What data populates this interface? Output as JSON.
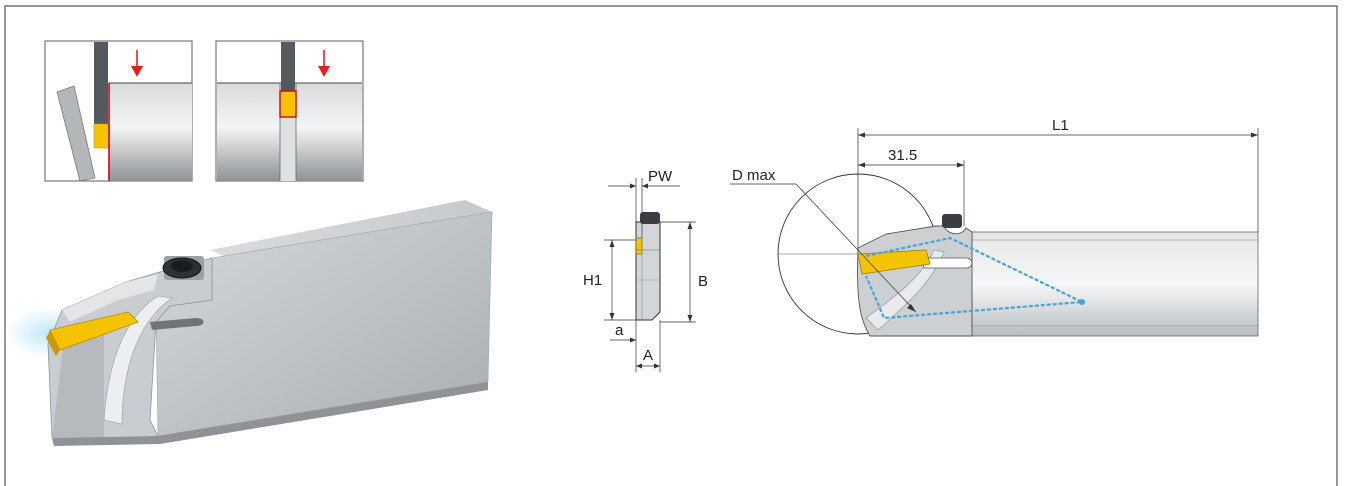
{
  "labels": {
    "pw": "PW",
    "h1": "H1",
    "b": "B",
    "a": "a",
    "a_upper": "A",
    "d_max": "D max",
    "l1": "L1",
    "offset": "31.5"
  },
  "colors": {
    "insert_yellow": "#f5c400",
    "feed_arrow": "#e2231a",
    "contour_red": "#d0021b",
    "coolant_blue": "#4aa3d8",
    "holder_steel": "#c8cbcd",
    "frame_border": "#555555"
  }
}
